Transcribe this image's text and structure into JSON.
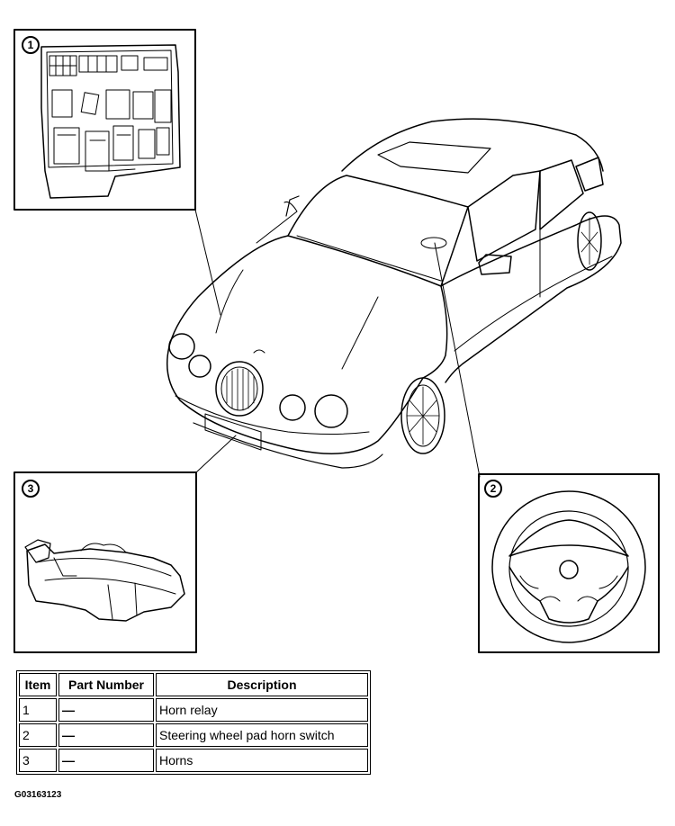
{
  "callouts": {
    "relay": "1",
    "steering": "2",
    "horns": "3"
  },
  "table": {
    "headers": [
      "Item",
      "Part Number",
      "Description"
    ],
    "rows": [
      {
        "item": "1",
        "part": "—",
        "desc": "Horn relay"
      },
      {
        "item": "2",
        "part": "—",
        "desc": "Steering wheel pad horn switch"
      },
      {
        "item": "3",
        "part": "—",
        "desc": "Horns"
      }
    ]
  },
  "figure_id": "G03163123"
}
